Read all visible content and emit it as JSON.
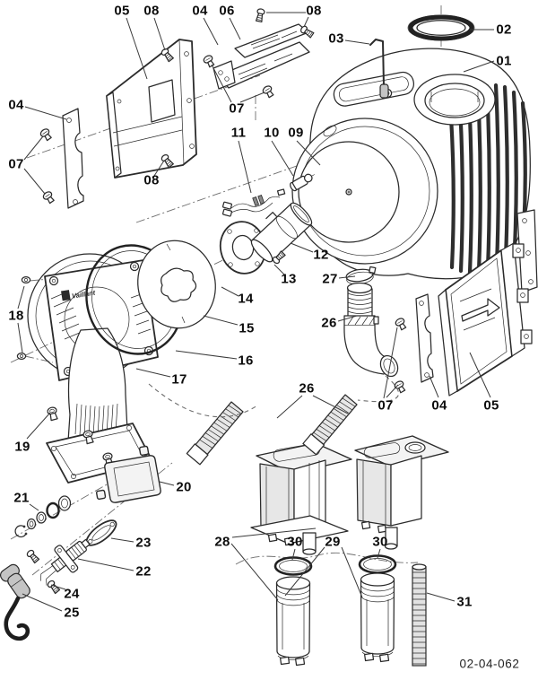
{
  "drawing": {
    "number": "02-04-062",
    "brand_logo": "Vaillant",
    "colors": {
      "line": "#2b2b2b",
      "label": "#0d0d0d",
      "shade_light": "#e7e7e7",
      "ring_dark": "#222222"
    },
    "callouts": [
      {
        "label": "05",
        "target": "left-side-panel"
      },
      {
        "label": "08",
        "target": "panel-screw-top"
      },
      {
        "label": "04",
        "target": "top-bracket-tab"
      },
      {
        "label": "06",
        "target": "top-bracket"
      },
      {
        "label": "08",
        "target": "bracket-screws"
      },
      {
        "label": "03",
        "target": "sensor-probe"
      },
      {
        "label": "02",
        "target": "flue-seal-ring"
      },
      {
        "label": "01",
        "target": "boiler-body"
      },
      {
        "label": "04",
        "target": "left-mounting-strip"
      },
      {
        "label": "07",
        "target": "left-thumb-screws"
      },
      {
        "label": "08",
        "target": "panel-screw-bottom"
      },
      {
        "label": "07",
        "target": "bracket-thumb-screws"
      },
      {
        "label": "11",
        "target": "cable-harness"
      },
      {
        "label": "10",
        "target": "igniter-fitting"
      },
      {
        "label": "09",
        "target": "insulation-disc"
      },
      {
        "label": "12",
        "target": "flame-tube"
      },
      {
        "label": "13",
        "target": "flame-tube-screw"
      },
      {
        "label": "27",
        "target": "hose-clamp"
      },
      {
        "label": "14",
        "target": "flame-tube-flange"
      },
      {
        "label": "26",
        "target": "elbow-hose"
      },
      {
        "label": "15",
        "target": "burner-door-insulation"
      },
      {
        "label": "16",
        "target": "burner-door-gasket"
      },
      {
        "label": "17",
        "target": "burner-assembly"
      },
      {
        "label": "18",
        "target": "fastening-nuts"
      },
      {
        "label": "19",
        "target": "base-screws"
      },
      {
        "label": "26",
        "target": "intake-hoses"
      },
      {
        "label": "07",
        "target": "right-thumb-screws"
      },
      {
        "label": "04",
        "target": "right-mounting-strip"
      },
      {
        "label": "05",
        "target": "right-side-panel"
      },
      {
        "label": "20",
        "target": "cover-gasket"
      },
      {
        "label": "21",
        "target": "seal-set"
      },
      {
        "label": "23",
        "target": "electrode-gasket"
      },
      {
        "label": "22",
        "target": "ignition-electrode"
      },
      {
        "label": "24",
        "target": "electrode-screw"
      },
      {
        "label": "25",
        "target": "ignition-lead"
      },
      {
        "label": "28",
        "target": "silencer-assembly"
      },
      {
        "label": "30",
        "target": "o-ring-left"
      },
      {
        "label": "29",
        "target": "silencer-cartridge"
      },
      {
        "label": "30",
        "target": "o-ring-right"
      },
      {
        "label": "31",
        "target": "flexible-rod"
      }
    ]
  }
}
